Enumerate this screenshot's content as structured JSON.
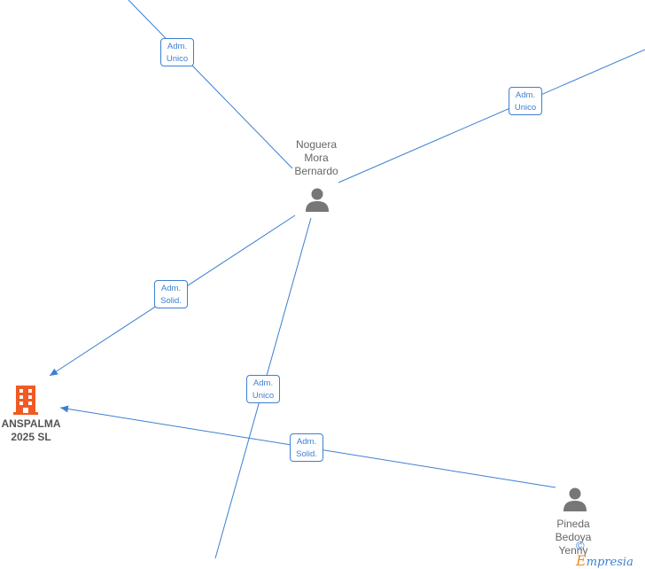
{
  "nodes": {
    "person_center": {
      "name_line1": "Noguera",
      "name_line2": "Mora",
      "name_line3": "Bernardo"
    },
    "person_bottom": {
      "name_line1": "Pineda",
      "name_line2": "Bedoya",
      "name_line3": "Yenny"
    },
    "company": {
      "name_line1": "ANSPALMA",
      "name_line2": "2025  SL"
    }
  },
  "edges": {
    "top_left": {
      "line1": "Adm.",
      "line2": "Unico"
    },
    "top_right": {
      "line1": "Adm.",
      "line2": "Unico"
    },
    "center_to_company": {
      "line1": "Adm.",
      "line2": "Solid."
    },
    "center_down": {
      "line1": "Adm.",
      "line2": "Unico"
    },
    "bottom_to_company": {
      "line1": "Adm.",
      "line2": "Solid."
    }
  },
  "colors": {
    "edge": "#3d7fd1",
    "person_icon": "#777777",
    "company_icon": "#f15a24"
  },
  "brand": {
    "copyright": "©",
    "initial": "E",
    "rest": "mpresia"
  }
}
